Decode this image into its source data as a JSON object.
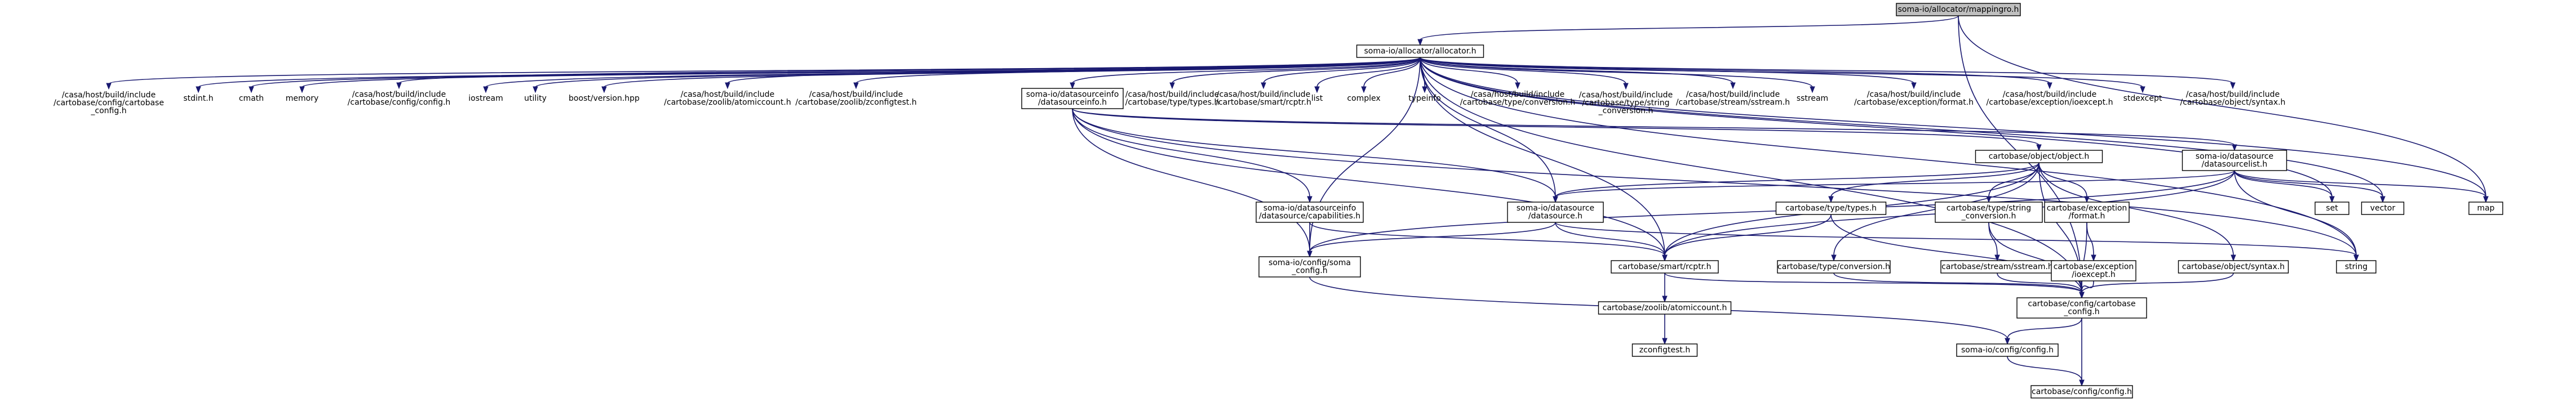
{
  "graph": {
    "nodes": [
      {
        "id": "mappingrc",
        "lines": [
          "soma-io/allocator/mappingro.h"
        ],
        "style": "root"
      },
      {
        "id": "allocator",
        "lines": [
          "soma-io/allocator/allocator.h"
        ],
        "style": "box"
      },
      {
        "id": "t_cartobase_config",
        "lines": [
          "/casa/host/build/include",
          "/cartobase/config/cartobase",
          "_config.h"
        ],
        "style": "plain"
      },
      {
        "id": "stdint",
        "lines": [
          "stdint.h"
        ],
        "style": "plain"
      },
      {
        "id": "cmath",
        "lines": [
          "cmath"
        ],
        "style": "plain"
      },
      {
        "id": "memory",
        "lines": [
          "memory"
        ],
        "style": "plain"
      },
      {
        "id": "t_config_config",
        "lines": [
          "/casa/host/build/include",
          "/cartobase/config/config.h"
        ],
        "style": "plain"
      },
      {
        "id": "iostream",
        "lines": [
          "iostream"
        ],
        "style": "plain"
      },
      {
        "id": "utility",
        "lines": [
          "utility"
        ],
        "style": "plain"
      },
      {
        "id": "boost_version",
        "lines": [
          "boost/version.hpp"
        ],
        "style": "plain"
      },
      {
        "id": "t_atomiccount",
        "lines": [
          "/casa/host/build/include",
          "/cartobase/zoolib/atomiccount.h"
        ],
        "style": "plain"
      },
      {
        "id": "t_zconfigtest",
        "lines": [
          "/casa/host/build/include",
          "/cartobase/zoolib/zconfigtest.h"
        ],
        "style": "plain"
      },
      {
        "id": "dsinfo",
        "lines": [
          "soma-io/datasourceinfo",
          "/datasourceinfo.h"
        ],
        "style": "box"
      },
      {
        "id": "t_types",
        "lines": [
          "/casa/host/build/include",
          "/cartobase/type/types.h"
        ],
        "style": "plain"
      },
      {
        "id": "t_rcptr",
        "lines": [
          "/casa/host/build/include",
          "/cartobase/smart/rcptr.h"
        ],
        "style": "plain"
      },
      {
        "id": "list",
        "lines": [
          "list"
        ],
        "style": "plain"
      },
      {
        "id": "complex",
        "lines": [
          "complex"
        ],
        "style": "plain"
      },
      {
        "id": "typeinfo",
        "lines": [
          "typeinfo"
        ],
        "style": "plain"
      },
      {
        "id": "t_conversion",
        "lines": [
          "/casa/host/build/include",
          "/cartobase/type/conversion.h"
        ],
        "style": "plain"
      },
      {
        "id": "t_string_conv",
        "lines": [
          "/casa/host/build/include",
          "/cartobase/type/string",
          "_conversion.h"
        ],
        "style": "plain"
      },
      {
        "id": "t_sstream",
        "lines": [
          "/casa/host/build/include",
          "/cartobase/stream/sstream.h"
        ],
        "style": "plain"
      },
      {
        "id": "sstream",
        "lines": [
          "sstream"
        ],
        "style": "plain"
      },
      {
        "id": "t_format",
        "lines": [
          "/casa/host/build/include",
          "/cartobase/exception/format.h"
        ],
        "style": "plain"
      },
      {
        "id": "t_ioexcept",
        "lines": [
          "/casa/host/build/include",
          "/cartobase/exception/ioexcept.h"
        ],
        "style": "plain"
      },
      {
        "id": "stdexcept",
        "lines": [
          "stdexcept"
        ],
        "style": "plain"
      },
      {
        "id": "t_syntax",
        "lines": [
          "/casa/host/build/include",
          "/cartobase/object/syntax.h"
        ],
        "style": "plain"
      },
      {
        "id": "cb_object",
        "lines": [
          "cartobase/object/object.h"
        ],
        "style": "box"
      },
      {
        "id": "dslist",
        "lines": [
          "soma-io/datasource",
          "/datasourcelist.h"
        ],
        "style": "box"
      },
      {
        "id": "cb_types",
        "lines": [
          "cartobase/type/types.h"
        ],
        "style": "box"
      },
      {
        "id": "cb_string_conv",
        "lines": [
          "cartobase/type/string",
          "_conversion.h"
        ],
        "style": "box"
      },
      {
        "id": "cb_format",
        "lines": [
          "cartobase/exception",
          "/format.h"
        ],
        "style": "box"
      },
      {
        "id": "dscaps",
        "lines": [
          "soma-io/datasourceinfo",
          "/datasource/capabilities.h"
        ],
        "style": "box"
      },
      {
        "id": "ds",
        "lines": [
          "soma-io/datasource",
          "/datasource.h"
        ],
        "style": "box"
      },
      {
        "id": "set",
        "lines": [
          "set"
        ],
        "style": "box"
      },
      {
        "id": "vector",
        "lines": [
          "vector"
        ],
        "style": "box"
      },
      {
        "id": "map",
        "lines": [
          "map"
        ],
        "style": "box"
      },
      {
        "id": "string",
        "lines": [
          "string"
        ],
        "style": "box"
      },
      {
        "id": "somaio_config",
        "lines": [
          "soma-io/config/soma",
          "_config.h"
        ],
        "style": "box"
      },
      {
        "id": "cb_rcptr",
        "lines": [
          "cartobase/smart/rcptr.h"
        ],
        "style": "box"
      },
      {
        "id": "cb_conversion",
        "lines": [
          "cartobase/type/conversion.h"
        ],
        "style": "box"
      },
      {
        "id": "cb_sstream",
        "lines": [
          "cartobase/stream/sstream.h"
        ],
        "style": "box"
      },
      {
        "id": "cb_ioexcept",
        "lines": [
          "cartobase/exception",
          "/ioexcept.h"
        ],
        "style": "box"
      },
      {
        "id": "cb_syntax",
        "lines": [
          "cartobase/object/syntax.h"
        ],
        "style": "box"
      },
      {
        "id": "cb_config",
        "lines": [
          "cartobase/config/cartobase",
          "_config.h"
        ],
        "style": "box"
      },
      {
        "id": "cb_atomiccount",
        "lines": [
          "cartobase/zoolib/atomiccount.h"
        ],
        "style": "box"
      },
      {
        "id": "zconfigtest",
        "lines": [
          "zconfigtest.h"
        ],
        "style": "box"
      },
      {
        "id": "somaio_cfg",
        "lines": [
          "soma-io/config/config.h"
        ],
        "style": "box"
      },
      {
        "id": "cb_cfg",
        "lines": [
          "cartobase/config/config.h"
        ],
        "style": "box"
      }
    ],
    "edges": [
      [
        "mappingrc",
        "allocator"
      ],
      [
        "mappingrc",
        "map"
      ],
      [
        "mappingrc",
        "cb_config"
      ],
      [
        "allocator",
        "t_cartobase_config"
      ],
      [
        "allocator",
        "stdint"
      ],
      [
        "allocator",
        "cmath"
      ],
      [
        "allocator",
        "memory"
      ],
      [
        "allocator",
        "t_config_config"
      ],
      [
        "allocator",
        "iostream"
      ],
      [
        "allocator",
        "utility"
      ],
      [
        "allocator",
        "boost_version"
      ],
      [
        "allocator",
        "t_atomiccount"
      ],
      [
        "allocator",
        "t_zconfigtest"
      ],
      [
        "allocator",
        "dsinfo"
      ],
      [
        "allocator",
        "t_types"
      ],
      [
        "allocator",
        "t_rcptr"
      ],
      [
        "allocator",
        "list"
      ],
      [
        "allocator",
        "complex"
      ],
      [
        "allocator",
        "typeinfo"
      ],
      [
        "allocator",
        "t_conversion"
      ],
      [
        "allocator",
        "t_string_conv"
      ],
      [
        "allocator",
        "t_sstream"
      ],
      [
        "allocator",
        "sstream"
      ],
      [
        "allocator",
        "t_format"
      ],
      [
        "allocator",
        "t_ioexcept"
      ],
      [
        "allocator",
        "stdexcept"
      ],
      [
        "allocator",
        "t_syntax"
      ],
      [
        "allocator",
        "somaio_config"
      ],
      [
        "allocator",
        "ds"
      ],
      [
        "allocator",
        "cb_rcptr"
      ],
      [
        "allocator",
        "set"
      ],
      [
        "allocator",
        "vector"
      ],
      [
        "allocator",
        "map"
      ],
      [
        "allocator",
        "string"
      ],
      [
        "allocator",
        "cb_config"
      ],
      [
        "dsinfo",
        "cb_object"
      ],
      [
        "dsinfo",
        "dslist"
      ],
      [
        "dsinfo",
        "dscaps"
      ],
      [
        "dsinfo",
        "ds"
      ],
      [
        "dsinfo",
        "somaio_config"
      ],
      [
        "dsinfo",
        "cb_rcptr"
      ],
      [
        "dsinfo",
        "string"
      ],
      [
        "cb_object",
        "cb_types"
      ],
      [
        "cb_object",
        "cb_string_conv"
      ],
      [
        "cb_object",
        "cb_format"
      ],
      [
        "cb_object",
        "cb_syntax"
      ],
      [
        "cb_object",
        "cb_conversion"
      ],
      [
        "cb_object",
        "cb_rcptr"
      ],
      [
        "cb_object",
        "ds"
      ],
      [
        "cb_object",
        "cb_config"
      ],
      [
        "dslist",
        "ds"
      ],
      [
        "dslist",
        "set"
      ],
      [
        "dslist",
        "vector"
      ],
      [
        "dslist",
        "map"
      ],
      [
        "dslist",
        "string"
      ],
      [
        "dslist",
        "somaio_config"
      ],
      [
        "dslist",
        "cb_rcptr"
      ],
      [
        "cb_types",
        "cb_rcptr"
      ],
      [
        "cb_types",
        "cb_config"
      ],
      [
        "cb_string_conv",
        "cb_sstream"
      ],
      [
        "cb_string_conv",
        "cb_config"
      ],
      [
        "cb_format",
        "cb_ioexcept"
      ],
      [
        "cb_format",
        "cb_config"
      ],
      [
        "dscaps",
        "somaio_config"
      ],
      [
        "dscaps",
        "cb_rcptr"
      ],
      [
        "ds",
        "somaio_config"
      ],
      [
        "ds",
        "cb_rcptr"
      ],
      [
        "ds",
        "string"
      ],
      [
        "somaio_config",
        "somaio_cfg"
      ],
      [
        "cb_rcptr",
        "cb_atomiccount"
      ],
      [
        "cb_rcptr",
        "cb_config"
      ],
      [
        "cb_conversion",
        "cb_config"
      ],
      [
        "cb_sstream",
        "cb_config"
      ],
      [
        "cb_ioexcept",
        "cb_config"
      ],
      [
        "cb_syntax",
        "cb_config"
      ],
      [
        "cb_atomiccount",
        "zconfigtest"
      ],
      [
        "cb_config",
        "somaio_cfg"
      ],
      [
        "cb_config",
        "cb_cfg"
      ],
      [
        "somaio_cfg",
        "cb_cfg"
      ]
    ]
  }
}
